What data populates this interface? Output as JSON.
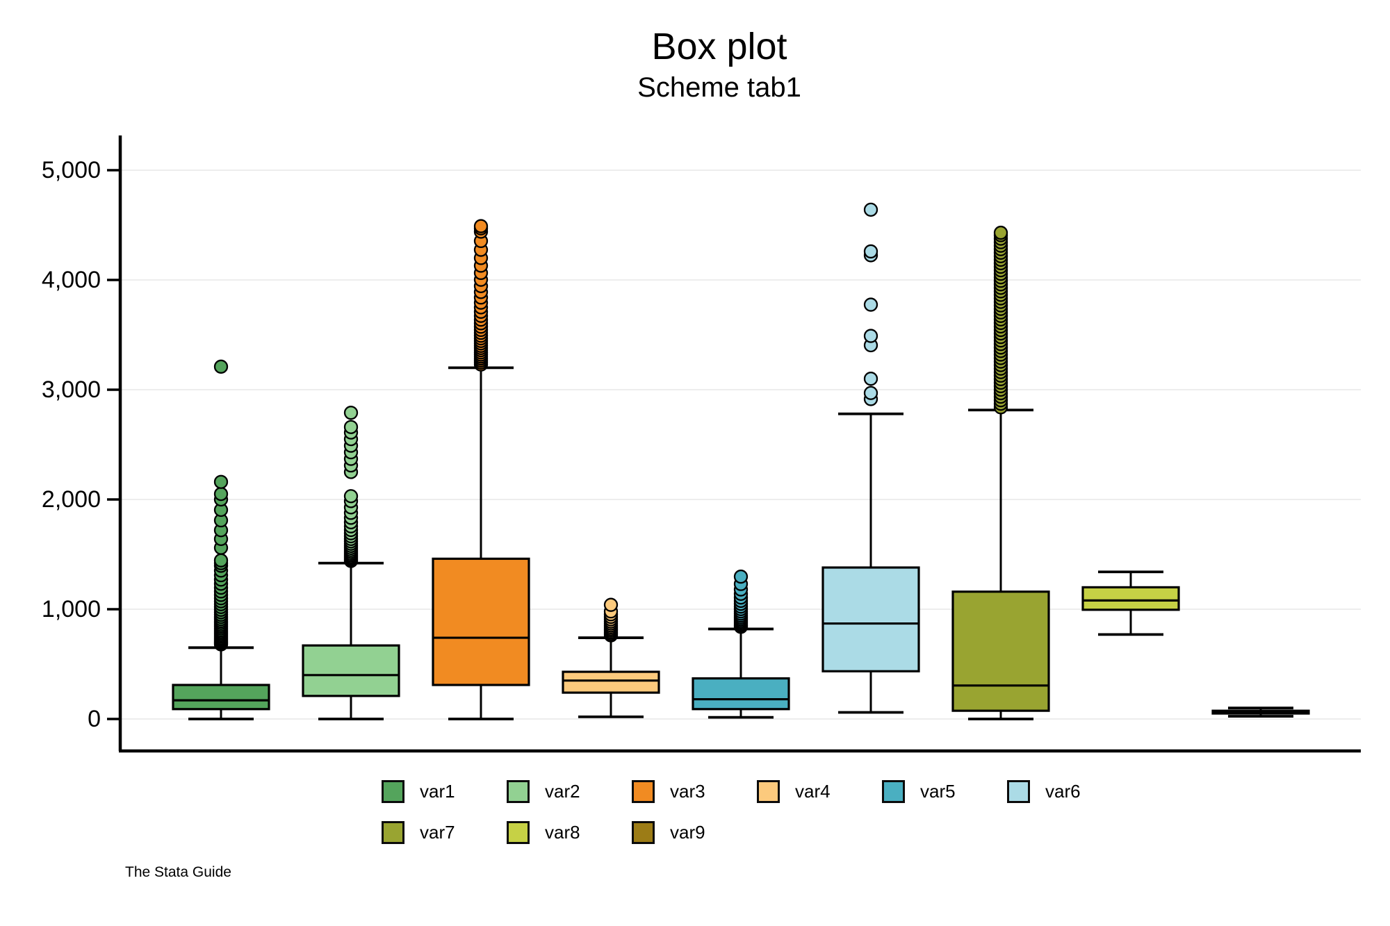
{
  "title": "Box plot",
  "subtitle": "Scheme tab1",
  "credit": "The Stata Guide",
  "colors": {
    "background": "#ffffff",
    "axis": "#000000",
    "grid": "#e7e7e7",
    "text": "#000000"
  },
  "chart_data": {
    "type": "boxplot",
    "title": "Box plot",
    "subtitle": "Scheme tab1",
    "xlabel": "",
    "ylabel": "",
    "ylim": [
      0,
      5000
    ],
    "yticks": [
      0,
      1000,
      2000,
      3000,
      4000,
      5000
    ],
    "ytick_labels": [
      "0",
      "1,000",
      "2,000",
      "3,000",
      "4,000",
      "5,000"
    ],
    "grid": true,
    "legend_position": "bottom",
    "series": [
      {
        "name": "var1",
        "color": "#54a45c",
        "q1": 90,
        "median": 170,
        "q3": 310,
        "whisker_low": 0,
        "whisker_high": 650,
        "outliers": [
          680,
          690,
          700,
          712,
          725,
          738,
          752,
          766,
          780,
          795,
          810,
          826,
          842,
          858,
          875,
          892,
          910,
          930,
          950,
          972,
          995,
          1020,
          1046,
          1072,
          1100,
          1130,
          1162,
          1196,
          1232,
          1270,
          1310,
          1352,
          1396,
          1420,
          1445,
          1560,
          1640,
          1720,
          1810,
          1905,
          2000,
          2050,
          2160,
          3210
        ]
      },
      {
        "name": "var2",
        "color": "#92d192",
        "q1": 210,
        "median": 400,
        "q3": 670,
        "whisker_low": 0,
        "whisker_high": 1420,
        "outliers": [
          1440,
          1452,
          1465,
          1478,
          1492,
          1507,
          1523,
          1540,
          1558,
          1577,
          1597,
          1618,
          1640,
          1665,
          1692,
          1722,
          1755,
          1792,
          1833,
          1878,
          1928,
          1985,
          2030,
          2250,
          2310,
          2370,
          2430,
          2490,
          2550,
          2610,
          2660,
          2790
        ]
      },
      {
        "name": "var3",
        "color": "#f18b22",
        "q1": 310,
        "median": 740,
        "q3": 1460,
        "whisker_low": 0,
        "whisker_high": 3200,
        "outliers": [
          3230,
          3248,
          3266,
          3284,
          3302,
          3320,
          3340,
          3360,
          3380,
          3400,
          3422,
          3444,
          3468,
          3492,
          3518,
          3545,
          3574,
          3605,
          3638,
          3673,
          3710,
          3750,
          3793,
          3840,
          3890,
          3944,
          4002,
          4064,
          4130,
          4200,
          4275,
          4355,
          4440,
          4470,
          4490
        ]
      },
      {
        "name": "var4",
        "color": "#fcca7d",
        "q1": 240,
        "median": 350,
        "q3": 430,
        "whisker_low": 20,
        "whisker_high": 740,
        "outliers": [
          762,
          776,
          790,
          805,
          820,
          836,
          852,
          870,
          888,
          908,
          930,
          954,
          980,
          1040
        ]
      },
      {
        "name": "var5",
        "color": "#4aafc1",
        "q1": 90,
        "median": 180,
        "q3": 370,
        "whisker_low": 15,
        "whisker_high": 820,
        "outliers": [
          840,
          853,
          866,
          880,
          894,
          909,
          925,
          942,
          960,
          980,
          1001,
          1024,
          1049,
          1076,
          1106,
          1140,
          1180,
          1230,
          1297
        ]
      },
      {
        "name": "var6",
        "color": "#abdbe6",
        "q1": 435,
        "median": 870,
        "q3": 1380,
        "whisker_low": 60,
        "whisker_high": 2780,
        "outliers": [
          2915,
          2970,
          3100,
          3405,
          3490,
          3775,
          4225,
          4260,
          4640
        ]
      },
      {
        "name": "var7",
        "color": "#99a431",
        "q1": 75,
        "median": 305,
        "q3": 1160,
        "whisker_low": 0,
        "whisker_high": 2815,
        "outliers": [
          2840,
          2872,
          2904,
          2936,
          2968,
          3000,
          3032,
          3064,
          3096,
          3128,
          3160,
          3192,
          3224,
          3256,
          3288,
          3320,
          3352,
          3384,
          3416,
          3448,
          3480,
          3512,
          3544,
          3576,
          3608,
          3640,
          3672,
          3704,
          3736,
          3768,
          3800,
          3832,
          3864,
          3896,
          3928,
          3960,
          3992,
          4024,
          4056,
          4088,
          4120,
          4152,
          4184,
          4216,
          4248,
          4280,
          4312,
          4344,
          4376,
          4408,
          4430
        ]
      },
      {
        "name": "var8",
        "color": "#c6d145",
        "q1": 995,
        "median": 1080,
        "q3": 1200,
        "whisker_low": 770,
        "whisker_high": 1340,
        "outliers": []
      },
      {
        "name": "var9",
        "color": "#9c7c16",
        "q1": 50,
        "median": 62,
        "q3": 75,
        "whisker_low": 25,
        "whisker_high": 100,
        "outliers": []
      }
    ]
  }
}
